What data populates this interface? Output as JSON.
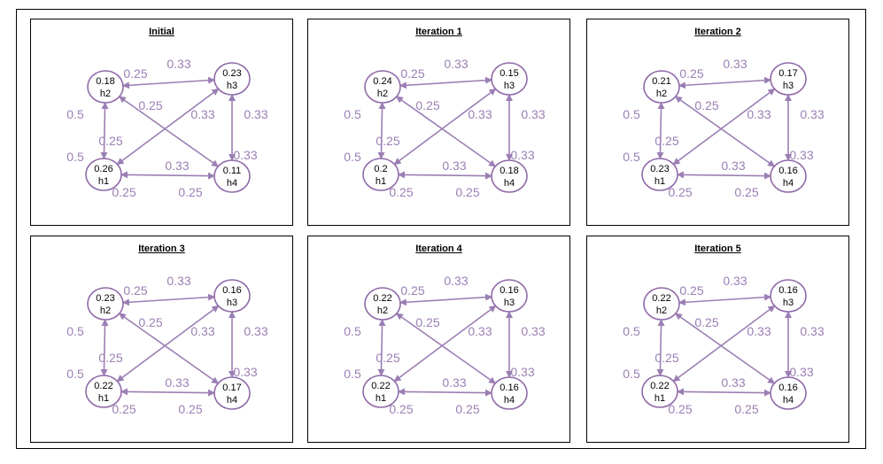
{
  "colors": {
    "edge": "#9b7fb4",
    "node_border": "#8f6aa8",
    "weight_text": "#9b7fb4"
  },
  "node_names": {
    "h1": "h1",
    "h2": "h2",
    "h3": "h3",
    "h4": "h4"
  },
  "weights": {
    "h2_h3_left": "0.25",
    "h2_h3_right": "0.33",
    "h2_h1_top": "0.5",
    "h2_h1_bottom": "0.5",
    "h3_h4_top": "0.33",
    "h3_h4_bottom": "0.33",
    "h1_h4_left": "0.25",
    "h1_h4_right": "0.25",
    "h2_h4_near_h2": "0.25",
    "h2_h4_near_h4": "0.33",
    "h3_h1_near_h3": "0.33",
    "h3_h1_near_h1": "0.25"
  },
  "panels": [
    {
      "title": "Initial",
      "values": {
        "h1": "0.26",
        "h2": "0.18",
        "h3": "0.23",
        "h4": "0.11"
      }
    },
    {
      "title": "Iteration 1",
      "values": {
        "h1": "0.2",
        "h2": "0.24",
        "h3": "0.15",
        "h4": "0.18"
      }
    },
    {
      "title": "Iteration 2",
      "values": {
        "h1": "0.23",
        "h2": "0.21",
        "h3": "0.17",
        "h4": "0.16"
      }
    },
    {
      "title": "Iteration 3",
      "values": {
        "h1": "0.22",
        "h2": "0.23",
        "h3": "0.16",
        "h4": "0.17"
      }
    },
    {
      "title": "Iteration 4",
      "values": {
        "h1": "0.22",
        "h2": "0.22",
        "h3": "0.16",
        "h4": "0.16"
      }
    },
    {
      "title": "Iteration 5",
      "values": {
        "h1": "0.22",
        "h2": "0.22",
        "h3": "0.16",
        "h4": "0.16"
      }
    }
  ]
}
